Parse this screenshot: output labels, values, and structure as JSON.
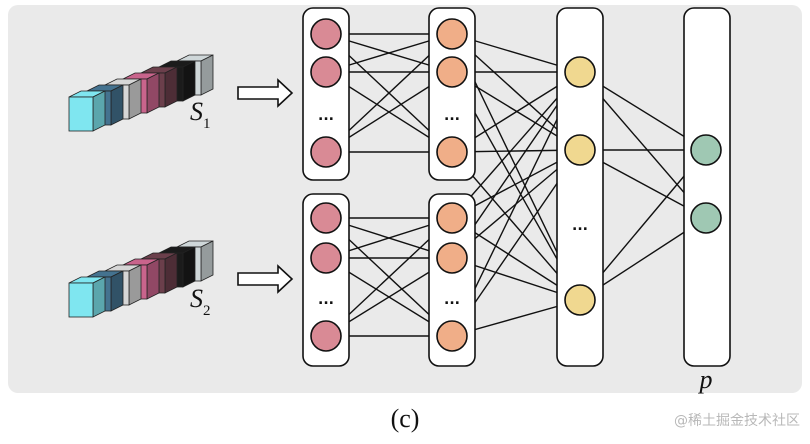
{
  "diagram": {
    "inputs": [
      {
        "name_base": "S",
        "name_sub": "1"
      },
      {
        "name_base": "S",
        "name_sub": "2"
      }
    ],
    "ellipsis": "...",
    "output_label": "p",
    "colors": {
      "panel_bg": "#eaeaea",
      "layer1_node": "#d98a95",
      "layer2_node": "#f0ae88",
      "layer3_node": "#f0d890",
      "output_node": "#9fc8b3",
      "cube_colors": [
        "#7fe6f0",
        "#44728f",
        "#d6d6d6",
        "#c9648c",
        "#6b3f4b",
        "#1b1b1b",
        "#cfd7d9"
      ]
    }
  },
  "caption": "(c)",
  "watermark": "@稀土掘金技术社区"
}
